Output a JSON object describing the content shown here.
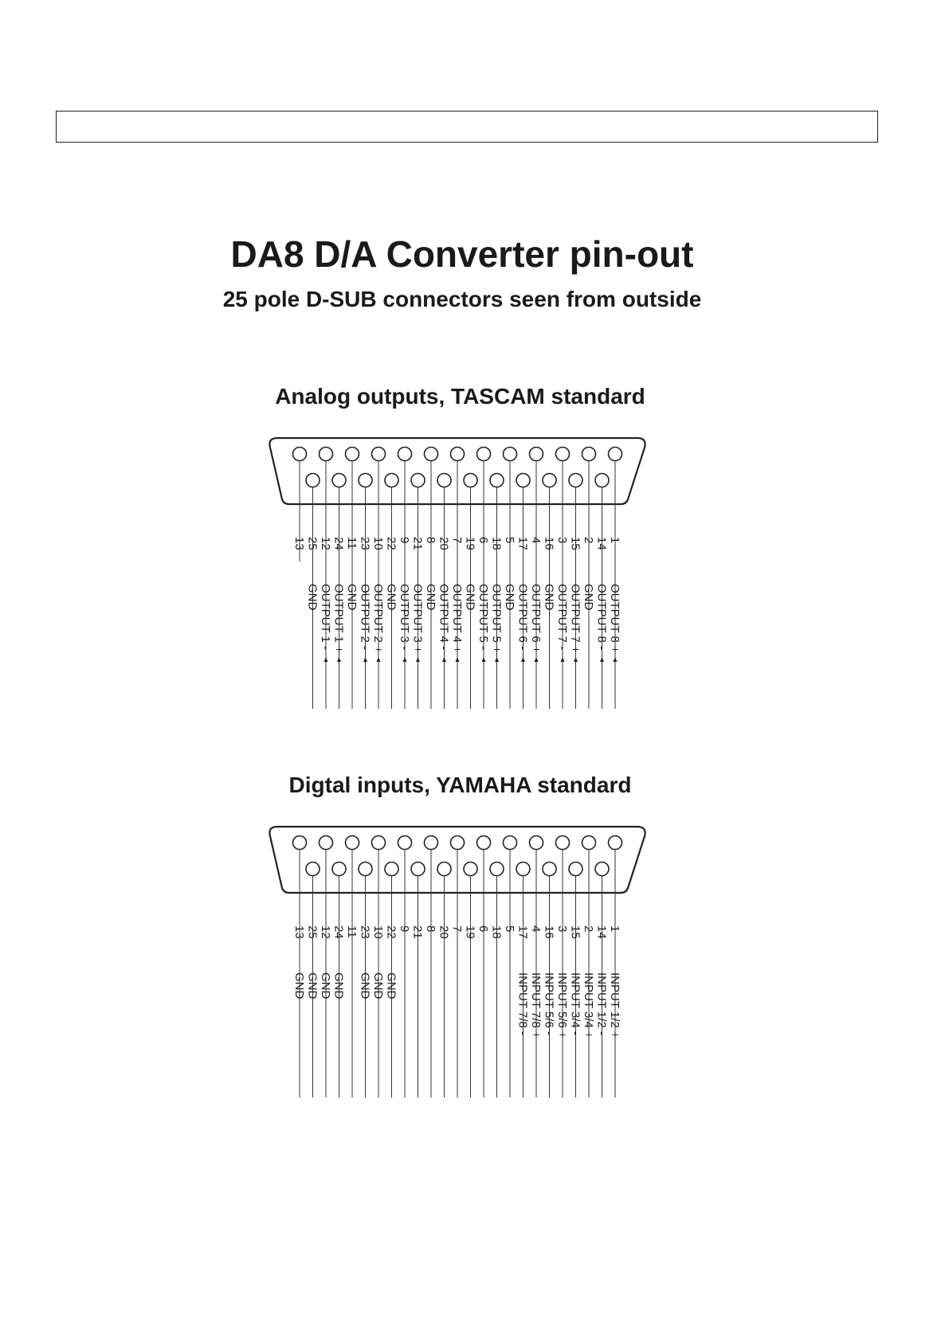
{
  "header_box_text": "",
  "title": "DA8  D/A Converter pin-out",
  "subtitle": "25 pole D-SUB connectors seen from outside",
  "connectors": [
    {
      "id": "analog",
      "title": "Analog outputs, TASCAM standard",
      "arrows": true,
      "pins": [
        {
          "num": "13",
          "signal": ""
        },
        {
          "num": "25",
          "signal": "GND"
        },
        {
          "num": "12",
          "signal": "OUTPUT 1 -"
        },
        {
          "num": "24",
          "signal": "OUTPUT 1 +"
        },
        {
          "num": "11",
          "signal": "GND"
        },
        {
          "num": "23",
          "signal": "OUTPUT 2 -"
        },
        {
          "num": "10",
          "signal": "OUTPUT 2 +"
        },
        {
          "num": "22",
          "signal": "GND"
        },
        {
          "num": "9",
          "signal": "OUTPUT 3 -"
        },
        {
          "num": "21",
          "signal": "OUTPUT 3 +"
        },
        {
          "num": "8",
          "signal": "GND"
        },
        {
          "num": "20",
          "signal": "OUTPUT 4 -"
        },
        {
          "num": "7",
          "signal": "OUTPUT 4 +"
        },
        {
          "num": "19",
          "signal": "GND"
        },
        {
          "num": "6",
          "signal": "OUTPUT 5 -"
        },
        {
          "num": "18",
          "signal": "OUTPUT 5 +"
        },
        {
          "num": "5",
          "signal": "GND"
        },
        {
          "num": "17",
          "signal": "OUTPUT 6 -"
        },
        {
          "num": "4",
          "signal": "OUTPUT 6 +"
        },
        {
          "num": "16",
          "signal": "GND"
        },
        {
          "num": "3",
          "signal": "OUTPUT 7 -"
        },
        {
          "num": "15",
          "signal": "OUTPUT 7 +"
        },
        {
          "num": "2",
          "signal": "GND"
        },
        {
          "num": "14",
          "signal": "OUTPUT 8 -"
        },
        {
          "num": "1",
          "signal": "OUTPUT 8 +"
        }
      ]
    },
    {
      "id": "digital",
      "title": "Digtal inputs, YAMAHA standard",
      "arrows": false,
      "pins": [
        {
          "num": "13",
          "signal": "GND"
        },
        {
          "num": "25",
          "signal": "GND"
        },
        {
          "num": "12",
          "signal": "GND"
        },
        {
          "num": "24",
          "signal": "GND"
        },
        {
          "num": "11",
          "signal": ""
        },
        {
          "num": "23",
          "signal": "GND"
        },
        {
          "num": "10",
          "signal": "GND"
        },
        {
          "num": "22",
          "signal": "GND"
        },
        {
          "num": "9",
          "signal": ""
        },
        {
          "num": "21",
          "signal": ""
        },
        {
          "num": "8",
          "signal": ""
        },
        {
          "num": "20",
          "signal": ""
        },
        {
          "num": "7",
          "signal": ""
        },
        {
          "num": "19",
          "signal": ""
        },
        {
          "num": "6",
          "signal": ""
        },
        {
          "num": "18",
          "signal": ""
        },
        {
          "num": "5",
          "signal": ""
        },
        {
          "num": "17",
          "signal": "INPUT 7/8 -"
        },
        {
          "num": "4",
          "signal": "INPUT 7/8 +"
        },
        {
          "num": "16",
          "signal": "INPUT 5/6 -"
        },
        {
          "num": "3",
          "signal": "INPUT 5/6 +"
        },
        {
          "num": "15",
          "signal": "INPUT 3/4 -"
        },
        {
          "num": "2",
          "signal": "INPUT 3/4 +"
        },
        {
          "num": "14",
          "signal": "INPUT 1/2 -"
        },
        {
          "num": "1",
          "signal": "INPUT 1/2 +"
        }
      ]
    }
  ]
}
